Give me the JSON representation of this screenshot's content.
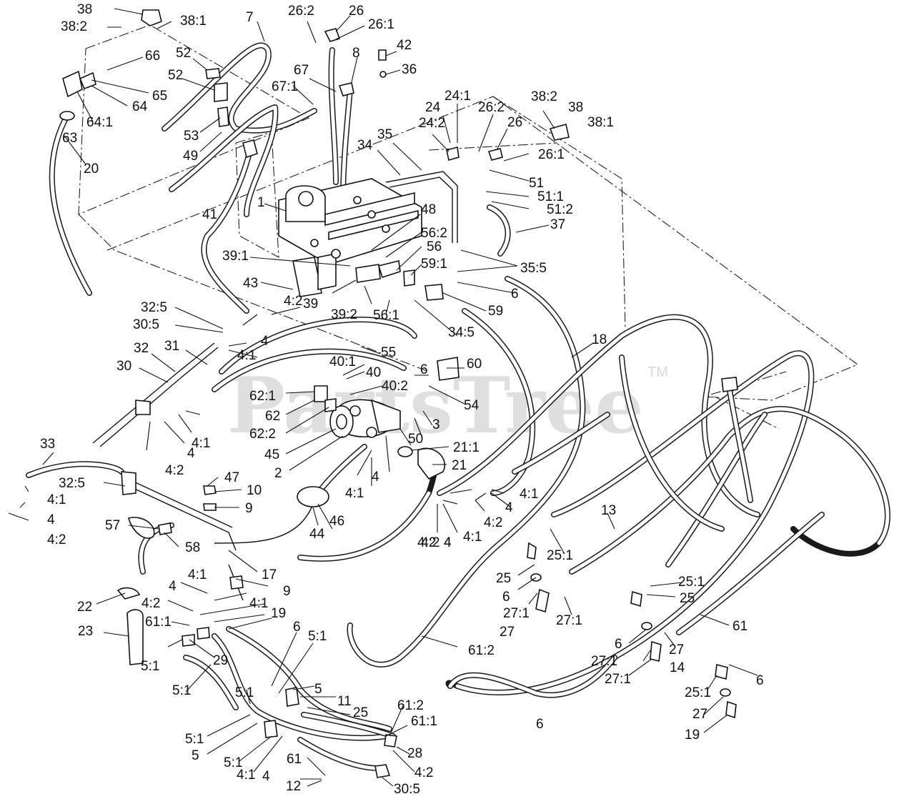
{
  "watermark": {
    "text": "PartsTree",
    "trademark": "TM"
  },
  "labels": [
    "38",
    "38:2",
    "38:1",
    "7",
    "26:2",
    "26",
    "26:1",
    "8",
    "42",
    "36",
    "66",
    "52",
    "52",
    "67",
    "67:1",
    "65",
    "64",
    "64:1",
    "63",
    "53",
    "49",
    "20",
    "24:1",
    "24",
    "26:2",
    "24:2",
    "38:2",
    "38",
    "38:1",
    "26",
    "35",
    "34",
    "26:1",
    "51",
    "51:1",
    "51:2",
    "37",
    "1",
    "48",
    "56:2",
    "41",
    "56",
    "59:1",
    "35:5",
    "39:1",
    "43",
    "4:2",
    "39",
    "39:2",
    "56:1",
    "6",
    "59",
    "34:5",
    "32:5",
    "30:5",
    "4",
    "4:1",
    "18",
    "55",
    "60",
    "6",
    "32",
    "31",
    "30",
    "40:1",
    "40",
    "62:1",
    "40:2",
    "54",
    "62",
    "3",
    "62:2",
    "50",
    "45",
    "21:1",
    "2",
    "21",
    "33",
    "4",
    "4:2",
    "4:1",
    "32:5",
    "47",
    "10",
    "9",
    "4:1",
    "4",
    "4:1",
    "4:2",
    "4",
    "13",
    "4:1",
    "4",
    "4:2",
    "4:1",
    "4",
    "4:2",
    "57",
    "44",
    "46",
    "4:2",
    "4",
    "25:1",
    "58",
    "17",
    "25",
    "6",
    "27:1",
    "27",
    "27:1",
    "4:1",
    "25:1",
    "4",
    "9",
    "25",
    "22",
    "4:2",
    "4:1",
    "61:1",
    "19",
    "23",
    "6",
    "5:1",
    "6",
    "27:1",
    "27",
    "27:1",
    "14",
    "61",
    "29",
    "61:2",
    "5:1",
    "5",
    "11",
    "5:1",
    "5:1",
    "25",
    "25:1",
    "6",
    "27",
    "19",
    "61:2",
    "61:1",
    "28",
    "6",
    "5:1",
    "5",
    "5:1",
    "4:1",
    "61",
    "4:2",
    "4",
    "12",
    "30:5"
  ]
}
